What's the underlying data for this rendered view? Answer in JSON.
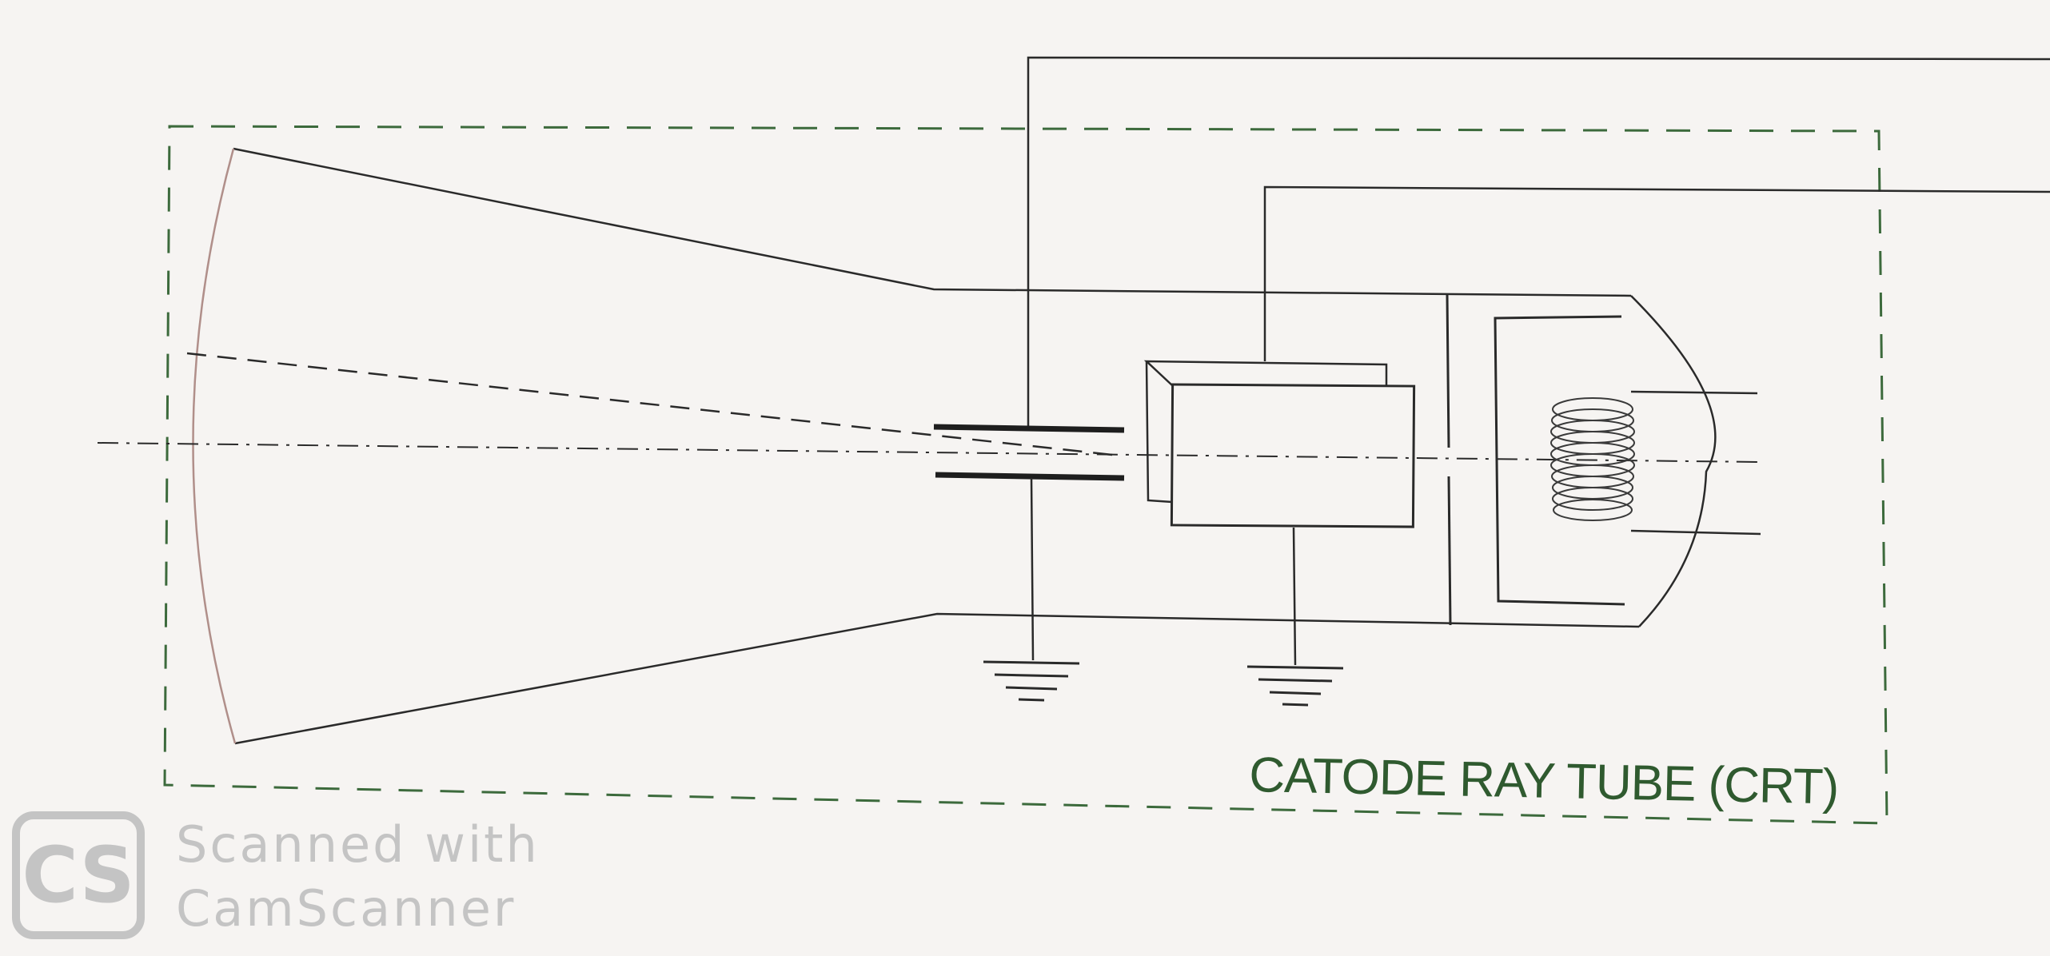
{
  "diagram": {
    "caption": "CATODE RAY TUBE (CRT)"
  },
  "watermark": {
    "logo": "CS",
    "line1": "Scanned with",
    "line2": "CamScanner"
  },
  "colors": {
    "ink": "#2a2a2a",
    "enclosure": "#3c6a3c",
    "caption": "#2f5a2f",
    "watermark": "#c4c4c4",
    "background": "#f6f4f2"
  }
}
